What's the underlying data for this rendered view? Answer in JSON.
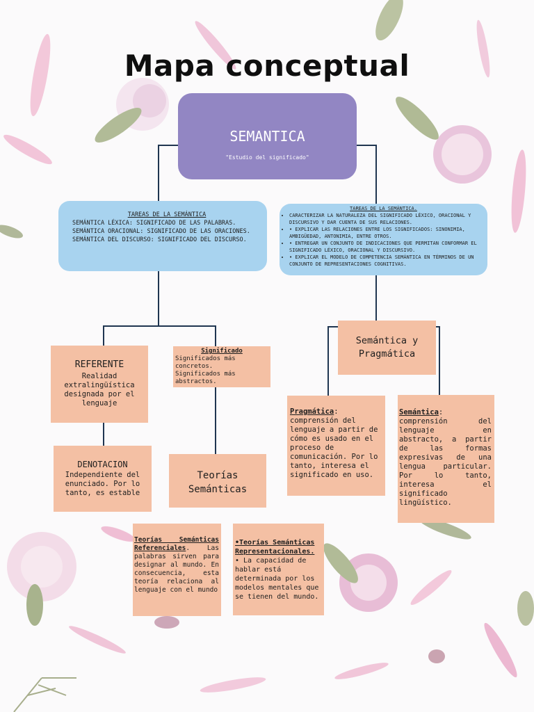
{
  "title": "Mapa conceptual",
  "colors": {
    "root": "#9286c3",
    "blue": "#a8d3ef",
    "peach": "#f4c0a4",
    "connector": "#1f3550"
  },
  "root": {
    "heading": "SEMANTICA",
    "subtitle": "\"Estudio del significado\""
  },
  "tareas_left": {
    "heading": "TAREAS DE LA SEMÁNTICA",
    "lines": [
      "SEMÁNTICA LÉXICA: SIGNIFICADO DE LAS PALABRAS.",
      "SEMÁNTICA ORACIONAL: SIGNIFICADO DE LAS ORACIONES.",
      "SEMÁNTICA DEL DISCURSO: SIGNIFICADO DEL DISCURSO."
    ]
  },
  "tareas_right": {
    "heading": "TAREAS DE LA SEMÁNTICA.",
    "items": [
      " CARACTERIZAR LA NATURALEZA DEL SIGNIFICADO LÉXICO, ORACIONAL Y DISCURSIVO Y DAR CUENTA DE SUS RELACIONES.",
      " • EXPLICAR LAS RELACIONES ENTRE LOS SIGNIFICADOS: SINONIMIA, AMBIGÜEDAD, ANTONIMIA, ENTRE OTROS.",
      "• ENTREGAR UN CONJUNTO DE INDICACIONES QUE PERMITAN CONFORMAR EL SIGNIFICADO LÉXICO, ORACIONAL Y DISCURSIVO.",
      " • EXPLICAR EL MODELO DE COMPETENCIA SEMÁNTICA EN TÉRMINOS DE UN CONJUNTO DE REPRESENTACIONES COGNITIVAS."
    ]
  },
  "referente": {
    "heading": "REFERENTE",
    "text": "Realidad extralingüística designada por el lenguaje"
  },
  "significado": {
    "heading": "Significado",
    "lines": [
      "Significados más concretos.",
      " Significados más abstractos."
    ]
  },
  "semantica_pragmatica": {
    "text": "Semántica y Pragmática"
  },
  "denotacion": {
    "heading": "DENOTACION",
    "text": "Independiente del enunciado. Por lo tanto, es estable"
  },
  "teorias": {
    "text": "Teorías Semánticas"
  },
  "pragmatica": {
    "heading": "Pragmática",
    "text": ": comprensión del lenguaje a partir de cómo es usado en el proceso de comunicación. Por lo tanto, interesa el significado en uso."
  },
  "semantica": {
    "heading": "Semántica",
    "text": ": comprensión del lenguaje en abstracto, a partir de las formas expresivas de una lengua particular. Por lo tanto, interesa el significado lingüístico."
  },
  "teorias_referenciales": {
    "heading": "Teorías Semánticas Referenciales",
    "text": ". Las palabras sirven para designar al mundo. En consecuencia, esta teoría relaciona al lenguaje con el mundo"
  },
  "teorias_representacionales": {
    "heading": "•Teorías Semánticas Representacionales.",
    "text": "• La capacidad de hablar está determinada por los modelos mentales que se tienen del mundo."
  }
}
